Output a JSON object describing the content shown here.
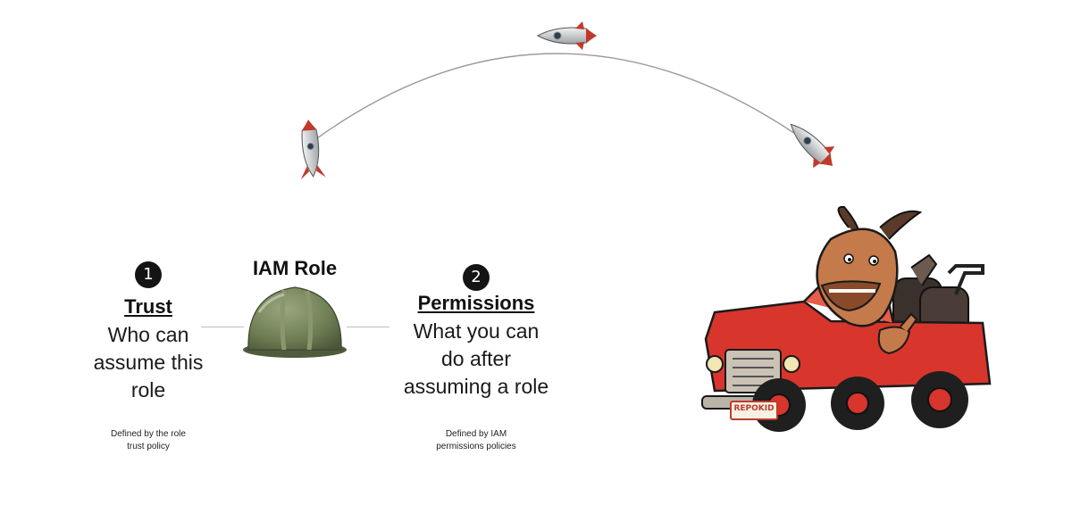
{
  "role": {
    "title": "IAM Role",
    "icon": "hard-hat-icon"
  },
  "trust": {
    "number": "1",
    "heading": "Trust",
    "lines": [
      "Who can",
      "assume this",
      "role"
    ],
    "note_lines": [
      "Defined by the role",
      "trust policy"
    ]
  },
  "permissions": {
    "number": "2",
    "heading": "Permissions",
    "lines": [
      "What you can",
      "do after",
      "assuming a role"
    ],
    "note_lines": [
      "Defined by IAM",
      "permissions policies"
    ]
  },
  "mascot": {
    "plate": "REPOKID",
    "icon": "goat-driving-truck-icon"
  },
  "rockets": {
    "icon": "rocket-icon",
    "count": 3
  },
  "colors": {
    "hat": "#6f7f55",
    "truck": "#d8352c",
    "goat": "#c47a4a",
    "badge": "#141414",
    "arc": "#9a9a9a"
  }
}
